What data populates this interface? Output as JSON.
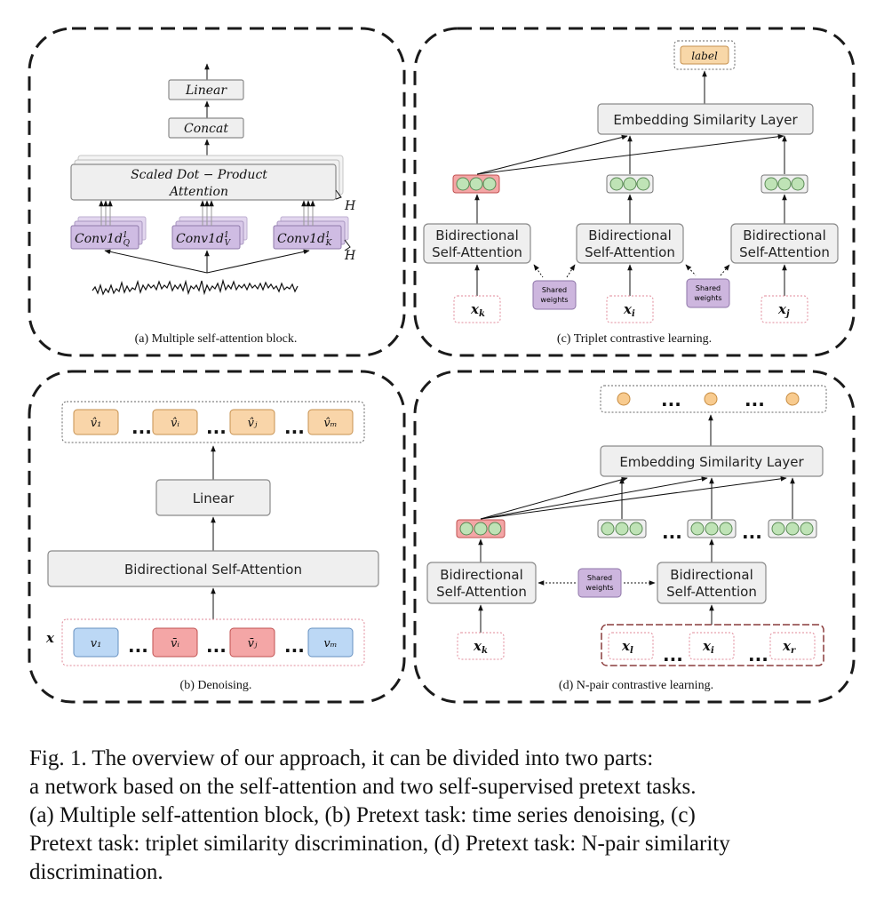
{
  "panel_a": {
    "linear": "Linear",
    "concat": "Concat",
    "sdpa_line1": "Scaled Dot − Product",
    "sdpa_line2": "Attention",
    "h1": "H",
    "h2": "H",
    "conv_q": "Conv1d",
    "conv_q_sub": "Q",
    "conv_v": "Conv1d",
    "conv_v_sub": "V",
    "conv_k": "Conv1d",
    "conv_k_sub": "K",
    "conv_sup": "1",
    "caption": "(a) Multiple self-attention block."
  },
  "panel_b": {
    "linear": "Linear",
    "bsa": "Bidirectional Self-Attention",
    "x_label": "x",
    "out_tokens": [
      "v̂₁",
      "v̂ᵢ",
      "v̂ⱼ",
      "v̂ₘ"
    ],
    "in_tokens": [
      "v₁",
      "v̄ᵢ",
      "v̄ⱼ",
      "vₘ"
    ],
    "dots": "...",
    "caption": "(b)  Denoising."
  },
  "panel_c": {
    "label": "label",
    "esl": "Embedding Similarity Layer",
    "bsa_line1": "Bidirectional",
    "bsa_line2": "Self-Attention",
    "shared_line1": "Shared",
    "shared_line2": "weights",
    "inputs": [
      "x",
      "x",
      "x"
    ],
    "input_subs": [
      "k",
      "i",
      "j"
    ],
    "caption": "(c) Triplet contrastive learning."
  },
  "panel_d": {
    "esl": "Embedding Similarity Layer",
    "bsa_line1": "Bidirectional",
    "bsa_line2": "Self-Attention",
    "shared_line1": "Shared",
    "shared_line2": "weights",
    "xk": "x",
    "xk_sub": "k",
    "group_inputs": [
      "x",
      "x",
      "x"
    ],
    "group_subs": [
      "l",
      "i",
      "r"
    ],
    "dots": "...",
    "caption": "(d) N-pair contrastive learning."
  },
  "figure_caption": {
    "line1": "Fig. 1.   The overview of our approach, it can be divided into two parts:",
    "line2": "a network based on the self-attention and two self-supervised pretext tasks.",
    "line3": "(a) Multiple self-attention block, (b) Pretext task: time series denoising, (c)",
    "line4": "Pretext task: triplet similarity discrimination, (d) Pretext task: N-pair similarity",
    "line5": "discrimination."
  }
}
